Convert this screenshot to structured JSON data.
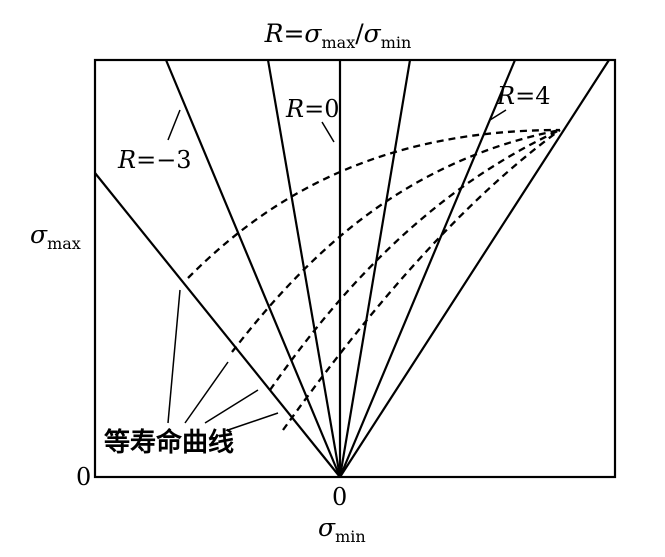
{
  "diagram": {
    "title_R": "R",
    "title_eq": "=",
    "title_sigma": "σ",
    "title_sub_max": "max",
    "title_slash": "/",
    "title_sub_min": "min",
    "y_axis_sigma": "σ",
    "y_axis_sub": "max",
    "x_axis_sigma": "σ",
    "x_axis_sub": "min",
    "origin_y_label": "0",
    "origin_x_label": "0",
    "ray_labels": {
      "r_neg3_R": "R",
      "r_neg3_val": "=−3",
      "r_zero_R": "R",
      "r_zero_val": "=0",
      "r_four_R": "R",
      "r_four_val": "=4"
    },
    "curve_label": "等寿命曲线"
  }
}
